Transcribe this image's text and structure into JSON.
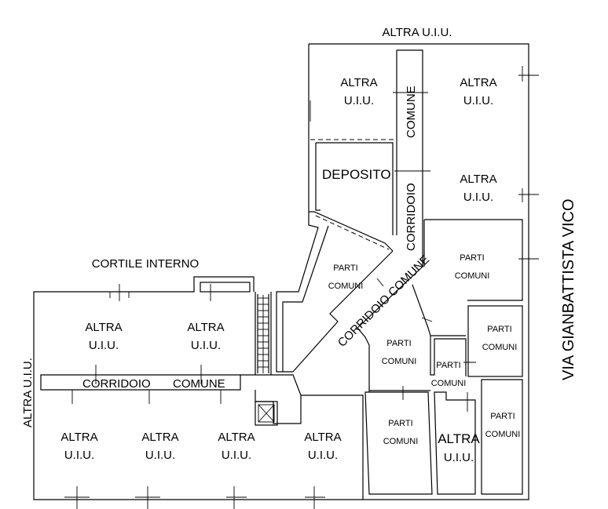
{
  "plan": {
    "title_top": "ALTRA U.I.U.",
    "left_label": "ALTRA U.I.U.",
    "street": "VIA GIANBATTISTA VICO",
    "courtyard": "CORTILE INTERNO",
    "deposit": "DEPOSITO",
    "corridor_vertical_1": "COMUNE",
    "corridor_vertical_2": "CORRIDOIO",
    "corridor_diagonal": "CORRIDOIO COMUNE",
    "corridor_horizontal_1": "CORRIDOIO",
    "corridor_horizontal_2": "COMUNE",
    "units": [
      {
        "line1": "ALTRA",
        "line2": "U.I.U."
      },
      {
        "line1": "ALTRA",
        "line2": "U.I.U."
      },
      {
        "line1": "ALTRA",
        "line2": "U.I.U."
      },
      {
        "line1": "ALTRA",
        "line2": "U.I.U."
      },
      {
        "line1": "ALTRA",
        "line2": "U.I.U."
      },
      {
        "line1": "ALTRA",
        "line2": "U.I.U."
      },
      {
        "line1": "ALTRA",
        "line2": "U.I.U."
      },
      {
        "line1": "ALTRA",
        "line2": "U.I.U."
      },
      {
        "line1": "ALTRA",
        "line2": "U.I.U."
      },
      {
        "line1": "ALTRA",
        "line2": "U.I.U."
      }
    ],
    "common_parts": [
      {
        "line1": "PARTI",
        "line2": "COMUNI"
      },
      {
        "line1": "PARTI",
        "line2": "COMUNI"
      },
      {
        "line1": "PARTI",
        "line2": "COMUNI"
      },
      {
        "line1": "PARTI",
        "line2": "COMUNI"
      },
      {
        "line1": "PARTI",
        "line2": "COMUNI"
      },
      {
        "line1": "PARTI",
        "line2": "COMUNI"
      },
      {
        "line1": "PARTI",
        "line2": "COMUNI"
      }
    ]
  }
}
